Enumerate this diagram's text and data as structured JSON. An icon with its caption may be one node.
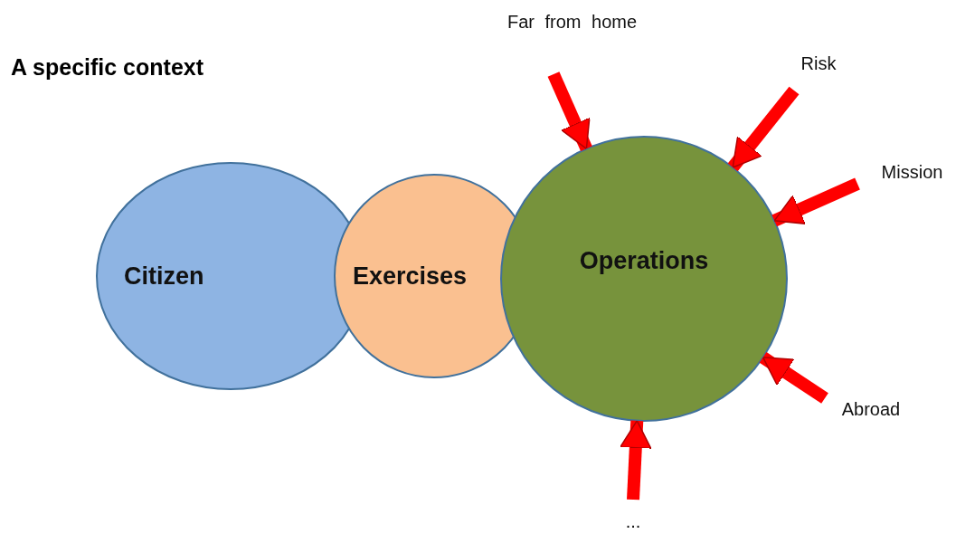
{
  "diagram": {
    "title": "A specific context",
    "nodes": [
      {
        "text": [
          "Citizen"
        ]
      },
      {
        "text": [
          "Exercises"
        ]
      },
      {
        "text": [
          "Operations"
        ]
      },
      {
        "text": [
          "Far from home"
        ]
      },
      {
        "text": [
          "Risk"
        ]
      },
      {
        "text": [
          "Mission"
        ]
      },
      {
        "text": [
          "Abroad"
        ]
      },
      {
        "text": [
          "..."
        ]
      }
    ],
    "edges": [
      {
        "from": 3,
        "to": 2,
        "arrow": "to"
      },
      {
        "from": 4,
        "to": 2,
        "arrow": "to"
      },
      {
        "from": 5,
        "to": 2,
        "arrow": "to"
      },
      {
        "from": 6,
        "to": 2,
        "arrow": "to"
      },
      {
        "from": 7,
        "to": 2,
        "arrow": "to"
      }
    ]
  }
}
